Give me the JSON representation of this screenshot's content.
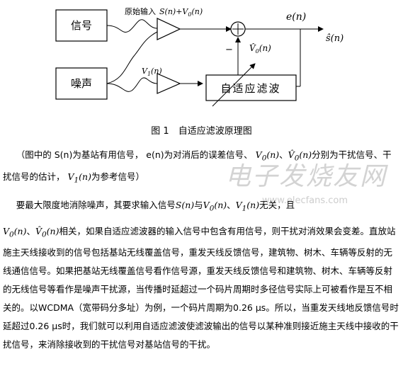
{
  "diagram": {
    "signal_box": "信号",
    "noise_box": "噪声",
    "filter_box": "自适应滤波",
    "input_label_prefix": "原始输入",
    "input_label_formula": "S(n)+V0(n)",
    "ref_label": "V1(n)",
    "error_label": "e(n)",
    "estimate_label": "ŝ(n)",
    "noise_estimate_label": "V̂0(n)",
    "minus_sign": "−"
  },
  "caption": "图 1　自适应滤波原理图",
  "watermark": {
    "text": "电子发烧友网",
    "url": "www.elecfans.com"
  },
  "paragraphs": {
    "p1_a": "（图中的 S(n)为基站有用信号， e(n)为对消后的误差信号、",
    "p1_b": "、",
    "p1_c": "分别为干扰信号、干扰信号的估计，",
    "p1_d": "为参考信号）",
    "p2_a": "要最大限度地消除噪声，其要求输入信号",
    "p2_b": "与",
    "p2_c": "、",
    "p2_d": "无关，且",
    "p3_a": "、",
    "p3_b": "相关，如果自适应滤波器的输入信号中包含有用信号，则干扰对消效果会变差。直放站施主天线接收到的信号包括基站无线覆盖信号，重发天线反馈信号，建筑物、树木、车辆等反射的无线通信信号。如果把基站无线覆盖信号看作信号源，重发天线反馈信号和建筑物、树木、车辆等反射的无线信号等看作是噪声干扰源，当传播时延超过一个码片周期时多径信号实际上可被看作是互不相关的。以WCDMA（宽带码分多址）为例，一个码片周期为0.26 μs。所以，当重发天线地反馈信号时延超过0.26 μs时，我们就可以利用自适应滤波使滤波输出的信号以某种准则接近施主天线中接收的干扰信号，来消除接收到的干扰信号对基站信号的干扰。"
  },
  "math": {
    "S": "S(n)",
    "V0": "V0(n)",
    "V0hat": "V̂0(n)",
    "V1": "V1(n)"
  }
}
